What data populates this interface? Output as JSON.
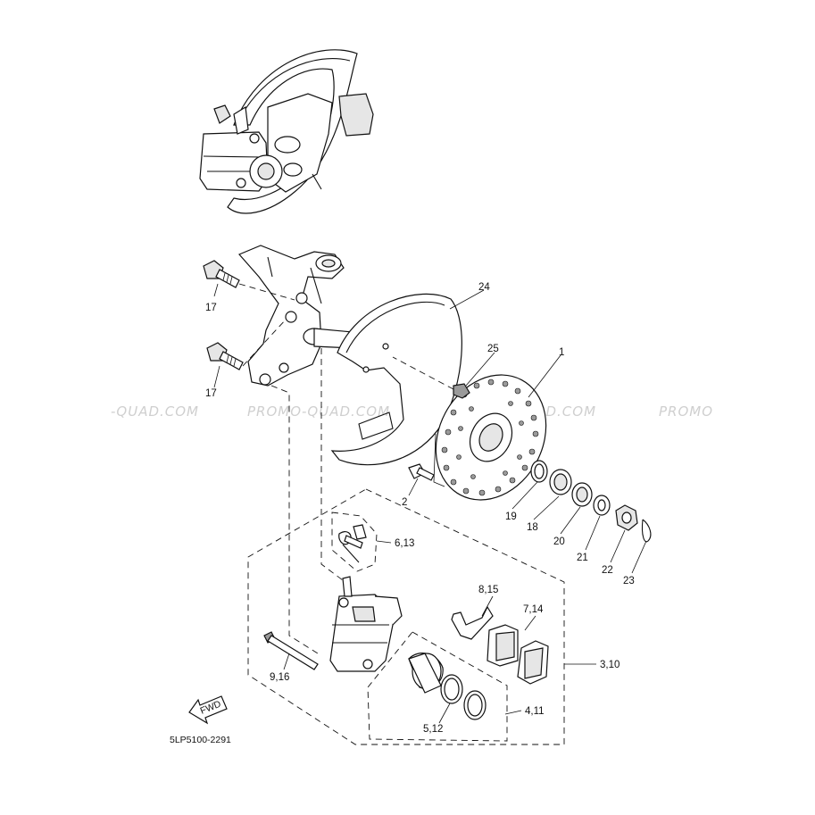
{
  "watermarks": [
    "-QUAD.COM",
    "PROMO-QUAD.COM",
    "PROMO-QUAD.COM",
    "PROMO"
  ],
  "labels": {
    "p1": "1",
    "p2": "2",
    "p3_10": "3,10",
    "p4_11": "4,11",
    "p5_12": "5,12",
    "p6_13": "6,13",
    "p7_14": "7,14",
    "p8_15": "8,15",
    "p9_16": "9,16",
    "p17a": "17",
    "p17b": "17",
    "p18": "18",
    "p19": "19",
    "p20": "20",
    "p21": "21",
    "p22": "22",
    "p23": "23",
    "p24": "24",
    "p25": "25"
  },
  "fwd_label": "FWD",
  "diagram_code": "5LP5100-2291"
}
